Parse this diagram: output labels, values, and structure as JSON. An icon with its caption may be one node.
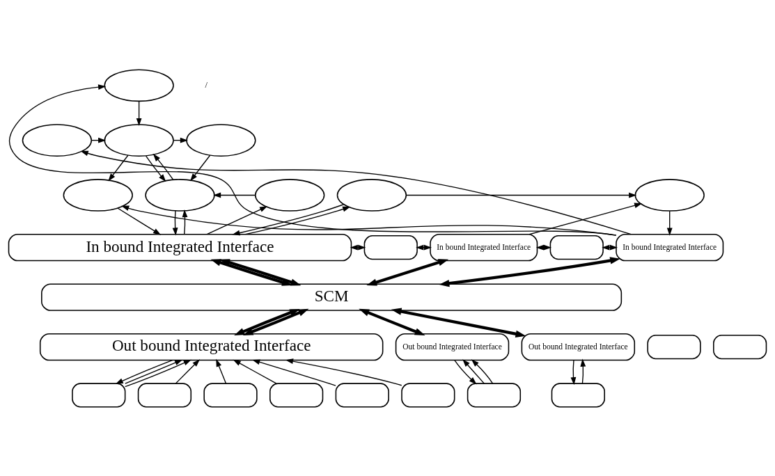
{
  "diagram": {
    "nodes": [
      {
        "text": [],
        "shape": "ellipse"
      },
      {
        "text": [],
        "shape": "ellipse"
      },
      {
        "text": [],
        "shape": "ellipse"
      },
      {
        "text": [],
        "shape": "ellipse"
      },
      {
        "text": [],
        "shape": "ellipse"
      },
      {
        "text": [],
        "shape": "ellipse"
      },
      {
        "text": [],
        "shape": "ellipse"
      },
      {
        "text": [],
        "shape": "ellipse"
      },
      {
        "text": [],
        "shape": "ellipse"
      },
      {
        "text": [
          "In bound Integrated Interface"
        ]
      },
      {
        "text": [],
        "shape": "box"
      },
      {
        "text": [
          "In bound Integrated Interface"
        ]
      },
      {
        "text": [],
        "shape": "box"
      },
      {
        "text": [
          "In bound Integrated Interface"
        ]
      },
      {
        "text": [
          "SCM"
        ]
      },
      {
        "text": [
          "Out bound Integrated Interface"
        ]
      },
      {
        "text": [],
        "shape": "box"
      },
      {
        "text": [
          "Out bound Integrated Interface"
        ]
      },
      {
        "text": [],
        "shape": "box"
      },
      {
        "text": [
          "Out bound Integrated Interface"
        ]
      },
      {
        "text": [],
        "shape": "box"
      },
      {
        "text": [],
        "shape": "box"
      },
      {
        "text": [],
        "shape": "box"
      },
      {
        "text": [],
        "shape": "box"
      },
      {
        "text": [],
        "shape": "box"
      },
      {
        "text": [],
        "shape": "box"
      },
      {
        "text": [],
        "shape": "box"
      },
      {
        "text": [],
        "shape": "box"
      }
    ],
    "edges": [
      {
        "from": 0,
        "to": 9,
        "arrow": "to"
      },
      {
        "from": 3,
        "to": 0,
        "arrow": "to"
      },
      {
        "from": 1,
        "to": 3,
        "arrow": "to"
      },
      {
        "from": 3,
        "to": 2,
        "arrow": "to"
      },
      {
        "from": 2,
        "to": 6,
        "arrow": "to"
      },
      {
        "from": 6,
        "to": 3,
        "arrow": "to"
      },
      {
        "from": 3,
        "to": 6,
        "arrow": "to"
      },
      {
        "from": 4,
        "to": 3,
        "arrow": "to"
      },
      {
        "from": 8,
        "to": 6,
        "arrow": "to"
      },
      {
        "from": 7,
        "to": 5,
        "arrow": "to"
      },
      {
        "from": 6,
        "to": 9,
        "arrow": "to"
      },
      {
        "from": 9,
        "to": 6,
        "arrow": "to"
      },
      {
        "from": 9,
        "to": 8,
        "arrow": "to"
      },
      {
        "from": 9,
        "to": 7,
        "arrow": "to"
      },
      {
        "from": 7,
        "to": 9,
        "arrow": "to"
      },
      {
        "from": 11,
        "to": 5,
        "arrow": "to"
      },
      {
        "from": 5,
        "to": 13,
        "arrow": "to"
      },
      {
        "from": 13,
        "to": 4,
        "arrow": "to"
      },
      {
        "from": 13,
        "to": 1,
        "arrow": "to"
      },
      {
        "from": 13,
        "to": 0,
        "arrow": "to"
      },
      {
        "from": 9,
        "to": 10,
        "arrow": "both"
      },
      {
        "from": 10,
        "to": 11,
        "arrow": "both"
      },
      {
        "from": 11,
        "to": 12,
        "arrow": "both"
      },
      {
        "from": 12,
        "to": 13,
        "arrow": "both"
      },
      {
        "from": 9,
        "to": 14,
        "arrow": "both",
        "style": "thick"
      },
      {
        "from": 9,
        "to": 14,
        "arrow": "both",
        "style": "thick"
      },
      {
        "from": 11,
        "to": 14,
        "arrow": "both",
        "style": "thick"
      },
      {
        "from": 13,
        "to": 14,
        "arrow": "both",
        "style": "thick"
      },
      {
        "from": 14,
        "to": 15,
        "arrow": "both",
        "style": "thick"
      },
      {
        "from": 14,
        "to": 15,
        "arrow": "both",
        "style": "thick"
      },
      {
        "from": 14,
        "to": 17,
        "arrow": "both",
        "style": "thick"
      },
      {
        "from": 14,
        "to": 19,
        "arrow": "both",
        "style": "thick"
      },
      {
        "from": 20,
        "to": 15,
        "arrow": "to"
      },
      {
        "from": 20,
        "to": 15,
        "arrow": "to"
      },
      {
        "from": 15,
        "to": 20,
        "arrow": "to"
      },
      {
        "from": 21,
        "to": 15,
        "arrow": "to"
      },
      {
        "from": 22,
        "to": 15,
        "arrow": "to"
      },
      {
        "from": 23,
        "to": 15,
        "arrow": "to"
      },
      {
        "from": 24,
        "to": 15,
        "arrow": "to"
      },
      {
        "from": 25,
        "to": 15,
        "arrow": "to"
      },
      {
        "from": 17,
        "to": 26,
        "arrow": "to"
      },
      {
        "from": 26,
        "to": 17,
        "arrow": "to"
      },
      {
        "from": 26,
        "to": 17,
        "arrow": "to"
      },
      {
        "from": 27,
        "to": 19,
        "arrow": "to"
      },
      {
        "from": 19,
        "to": 27,
        "arrow": "to"
      }
    ],
    "labels": [
      "/"
    ]
  }
}
